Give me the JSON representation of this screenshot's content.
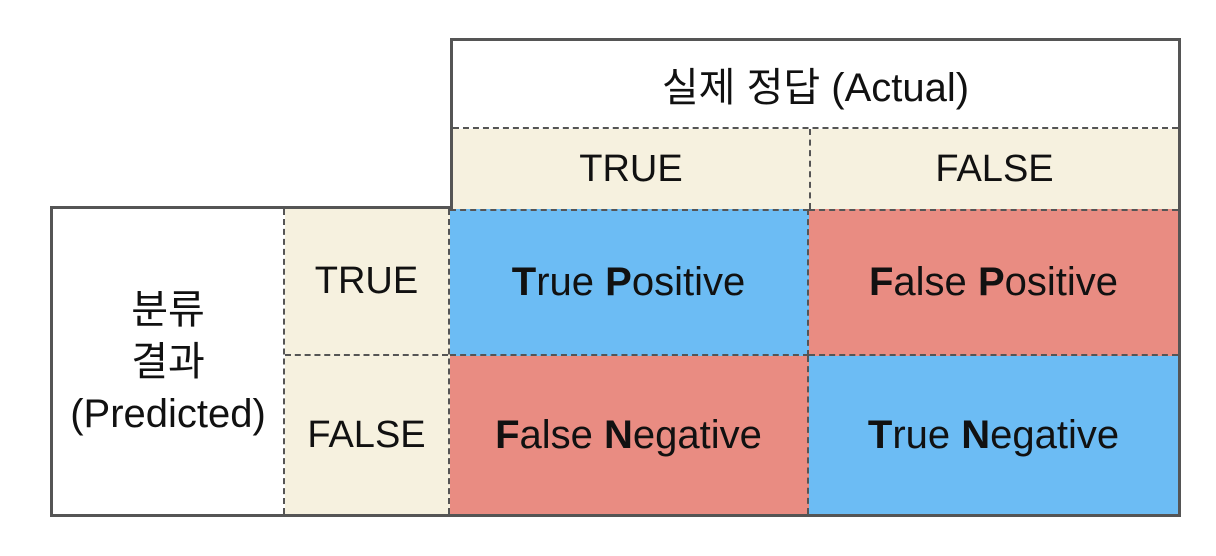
{
  "matrix": {
    "actual_axis_label": "실제 정답 (Actual)",
    "actual_col_headers": [
      "TRUE",
      "FALSE"
    ],
    "predicted_axis_label_lines": [
      "분류",
      "결과",
      "(Predicted)"
    ],
    "predicted_row_headers": [
      "TRUE",
      "FALSE"
    ],
    "cells": [
      {
        "name": "true-positive",
        "word1_initial": "T",
        "word1_rest": "rue",
        "word2_initial": "P",
        "word2_rest": "ositive",
        "bg": "#6CBCF4"
      },
      {
        "name": "false-positive",
        "word1_initial": "F",
        "word1_rest": "alse",
        "word2_initial": "P",
        "word2_rest": "ositive",
        "bg": "#E98C82"
      },
      {
        "name": "false-negative",
        "word1_initial": "F",
        "word1_rest": "alse",
        "word2_initial": "N",
        "word2_rest": "egative",
        "bg": "#E98C82"
      },
      {
        "name": "true-negative",
        "word1_initial": "T",
        "word1_rest": "rue",
        "word2_initial": "N",
        "word2_rest": "egative",
        "bg": "#6CBCF4"
      }
    ],
    "colors": {
      "positive_highlight": "#6CBCF4",
      "negative_highlight": "#E98C82",
      "header_bg": "#F6F1DF",
      "border": "#555555",
      "text": "#111111",
      "background": "#FFFFFF"
    }
  }
}
